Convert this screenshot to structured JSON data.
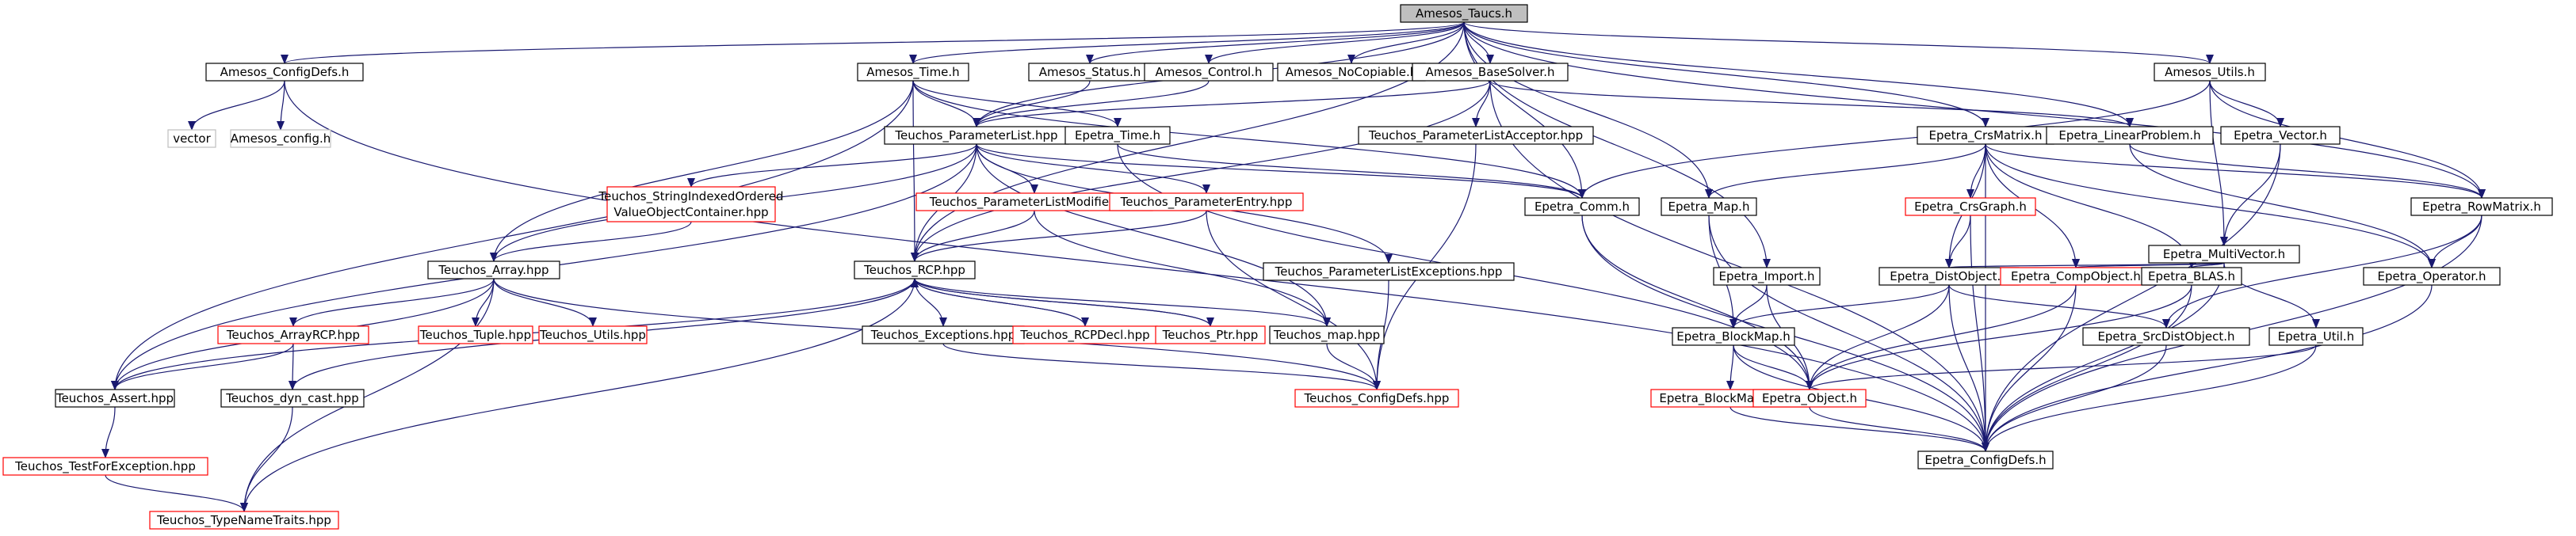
{
  "graph": {
    "nodes": [
      {
        "id": "amesos_taucs_h",
        "label": "Amesos_Taucs.h",
        "style": "root"
      },
      {
        "id": "amesos_configdefs_h",
        "label": "Amesos_ConfigDefs.h",
        "style": "normal"
      },
      {
        "id": "vector",
        "label": "vector",
        "style": "system"
      },
      {
        "id": "amesos_config_h",
        "label": "Amesos_config.h",
        "style": "system"
      },
      {
        "id": "amesos_time_h",
        "label": "Amesos_Time.h",
        "style": "normal"
      },
      {
        "id": "amesos_status_h",
        "label": "Amesos_Status.h",
        "style": "normal"
      },
      {
        "id": "amesos_control_h",
        "label": "Amesos_Control.h",
        "style": "normal"
      },
      {
        "id": "amesos_nocopiable_h",
        "label": "Amesos_NoCopiable.h",
        "style": "normal"
      },
      {
        "id": "amesos_basesolver_h",
        "label": "Amesos_BaseSolver.h",
        "style": "normal"
      },
      {
        "id": "amesos_utils_h",
        "label": "Amesos_Utils.h",
        "style": "normal"
      },
      {
        "id": "teuchos_parameterlist_hpp",
        "label": "Teuchos_ParameterList.hpp",
        "style": "normal"
      },
      {
        "id": "epetra_time_h",
        "label": "Epetra_Time.h",
        "style": "normal"
      },
      {
        "id": "teuchos_parameterlistacceptor_hpp",
        "label": "Teuchos_ParameterListAcceptor.hpp",
        "style": "normal"
      },
      {
        "id": "epetra_crsmatrix_h",
        "label": "Epetra_CrsMatrix.h",
        "style": "normal"
      },
      {
        "id": "epetra_linearproblem_h",
        "label": "Epetra_LinearProblem.h",
        "style": "normal"
      },
      {
        "id": "epetra_vector_h",
        "label": "Epetra_Vector.h",
        "style": "normal"
      },
      {
        "id": "teuchos_stringindexedorderedvalueobjectcontainer_hpp",
        "label": "Teuchos_StringIndexedOrdered",
        "label2": "ValueObjectContainer.hpp",
        "style": "missing"
      },
      {
        "id": "teuchos_parameterlistmodifier_hpp",
        "label": "Teuchos_ParameterListModifier.hpp",
        "style": "missing"
      },
      {
        "id": "teuchos_parameterentry_hpp",
        "label": "Teuchos_ParameterEntry.hpp",
        "style": "missing"
      },
      {
        "id": "epetra_comm_h",
        "label": "Epetra_Comm.h",
        "style": "normal"
      },
      {
        "id": "epetra_map_h",
        "label": "Epetra_Map.h",
        "style": "normal"
      },
      {
        "id": "epetra_crsgraph_h",
        "label": "Epetra_CrsGraph.h",
        "style": "missing"
      },
      {
        "id": "epetra_rowmatrix_h",
        "label": "Epetra_RowMatrix.h",
        "style": "normal"
      },
      {
        "id": "epetra_multivector_h",
        "label": "Epetra_MultiVector.h",
        "style": "normal"
      },
      {
        "id": "teuchos_array_hpp",
        "label": "Teuchos_Array.hpp",
        "style": "normal"
      },
      {
        "id": "teuchos_rcp_hpp",
        "label": "Teuchos_RCP.hpp",
        "style": "normal"
      },
      {
        "id": "teuchos_parameterlistexceptions_hpp",
        "label": "Teuchos_ParameterListExceptions.hpp",
        "style": "normal"
      },
      {
        "id": "epetra_import_h",
        "label": "Epetra_Import.h",
        "style": "normal"
      },
      {
        "id": "epetra_distobject_h",
        "label": "Epetra_DistObject.h",
        "style": "normal"
      },
      {
        "id": "epetra_compobject_h",
        "label": "Epetra_CompObject.h",
        "style": "missing"
      },
      {
        "id": "epetra_blas_h",
        "label": "Epetra_BLAS.h",
        "style": "normal"
      },
      {
        "id": "epetra_operator_h",
        "label": "Epetra_Operator.h",
        "style": "normal"
      },
      {
        "id": "teuchos_arrayrcp_hpp",
        "label": "Teuchos_ArrayRCP.hpp",
        "style": "missing"
      },
      {
        "id": "teuchos_tuple_hpp",
        "label": "Teuchos_Tuple.hpp",
        "style": "missing"
      },
      {
        "id": "teuchos_utils_hpp",
        "label": "Teuchos_Utils.hpp",
        "style": "missing"
      },
      {
        "id": "teuchos_exceptions_hpp",
        "label": "Teuchos_Exceptions.hpp",
        "style": "normal"
      },
      {
        "id": "teuchos_rcpdecl_hpp",
        "label": "Teuchos_RCPDecl.hpp",
        "style": "missing"
      },
      {
        "id": "teuchos_ptr_hpp",
        "label": "Teuchos_Ptr.hpp",
        "style": "missing"
      },
      {
        "id": "teuchos_map_hpp",
        "label": "Teuchos_map.hpp",
        "style": "normal"
      },
      {
        "id": "epetra_blockmap_h",
        "label": "Epetra_BlockMap.h",
        "style": "normal"
      },
      {
        "id": "epetra_srcdistobject_h",
        "label": "Epetra_SrcDistObject.h",
        "style": "normal"
      },
      {
        "id": "epetra_util_h",
        "label": "Epetra_Util.h",
        "style": "normal"
      },
      {
        "id": "teuchos_assert_hpp",
        "label": "Teuchos_Assert.hpp",
        "style": "normal"
      },
      {
        "id": "teuchos_dyn_cast_hpp",
        "label": "Teuchos_dyn_cast.hpp",
        "style": "normal"
      },
      {
        "id": "teuchos_configdefs_hpp",
        "label": "Teuchos_ConfigDefs.hpp",
        "style": "missing"
      },
      {
        "id": "epetra_blockmapdata_h",
        "label": "Epetra_BlockMapData.h",
        "style": "missing"
      },
      {
        "id": "epetra_object_h",
        "label": "Epetra_Object.h",
        "style": "missing"
      },
      {
        "id": "teuchos_testforexception_hpp",
        "label": "Teuchos_TestForException.hpp",
        "style": "missing"
      },
      {
        "id": "epetra_configdefs_h",
        "label": "Epetra_ConfigDefs.h",
        "style": "normal"
      },
      {
        "id": "teuchos_typenametraits_hpp",
        "label": "Teuchos_TypeNameTraits.hpp",
        "style": "missing"
      }
    ],
    "edges": [
      [
        "amesos_taucs_h",
        "amesos_configdefs_h"
      ],
      [
        "amesos_taucs_h",
        "amesos_time_h"
      ],
      [
        "amesos_taucs_h",
        "amesos_status_h"
      ],
      [
        "amesos_taucs_h",
        "amesos_control_h"
      ],
      [
        "amesos_taucs_h",
        "amesos_nocopiable_h"
      ],
      [
        "amesos_taucs_h",
        "amesos_basesolver_h"
      ],
      [
        "amesos_taucs_h",
        "amesos_utils_h"
      ],
      [
        "amesos_taucs_h",
        "teuchos_parameterlist_hpp"
      ],
      [
        "amesos_taucs_h",
        "epetra_crsmatrix_h"
      ],
      [
        "amesos_taucs_h",
        "epetra_linearproblem_h"
      ],
      [
        "amesos_taucs_h",
        "epetra_comm_h"
      ],
      [
        "amesos_taucs_h",
        "epetra_map_h"
      ],
      [
        "amesos_taucs_h",
        "epetra_import_h"
      ],
      [
        "amesos_taucs_h",
        "teuchos_rcp_hpp"
      ],
      [
        "amesos_taucs_h",
        "epetra_rowmatrix_h"
      ],
      [
        "amesos_configdefs_h",
        "vector"
      ],
      [
        "amesos_configdefs_h",
        "amesos_config_h"
      ],
      [
        "amesos_configdefs_h",
        "epetra_configdefs_h"
      ],
      [
        "amesos_time_h",
        "epetra_time_h"
      ],
      [
        "amesos_time_h",
        "teuchos_parameterlist_hpp"
      ],
      [
        "amesos_time_h",
        "teuchos_rcp_hpp"
      ],
      [
        "amesos_time_h",
        "teuchos_array_hpp"
      ],
      [
        "amesos_time_h",
        "teuchos_assert_hpp"
      ],
      [
        "amesos_time_h",
        "epetra_comm_h"
      ],
      [
        "amesos_status_h",
        "teuchos_parameterlist_hpp"
      ],
      [
        "amesos_control_h",
        "teuchos_parameterlist_hpp"
      ],
      [
        "amesos_basesolver_h",
        "teuchos_parameterlist_hpp"
      ],
      [
        "amesos_basesolver_h",
        "teuchos_parameterlistacceptor_hpp"
      ],
      [
        "amesos_basesolver_h",
        "epetra_linearproblem_h"
      ],
      [
        "amesos_basesolver_h",
        "teuchos_rcp_hpp"
      ],
      [
        "amesos_basesolver_h",
        "epetra_configdefs_h"
      ],
      [
        "amesos_utils_h",
        "epetra_comm_h"
      ],
      [
        "amesos_utils_h",
        "epetra_vector_h"
      ],
      [
        "amesos_utils_h",
        "epetra_multivector_h"
      ],
      [
        "amesos_utils_h",
        "epetra_rowmatrix_h"
      ],
      [
        "teuchos_parameterlist_hpp",
        "teuchos_stringindexedorderedvalueobjectcontainer_hpp"
      ],
      [
        "teuchos_parameterlist_hpp",
        "teuchos_parameterlistmodifier_hpp"
      ],
      [
        "teuchos_parameterlist_hpp",
        "teuchos_parameterentry_hpp"
      ],
      [
        "teuchos_parameterlist_hpp",
        "teuchos_parameterlistexceptions_hpp"
      ],
      [
        "teuchos_parameterlist_hpp",
        "teuchos_rcp_hpp"
      ],
      [
        "teuchos_parameterlist_hpp",
        "teuchos_array_hpp"
      ],
      [
        "teuchos_parameterlist_hpp",
        "teuchos_assert_hpp"
      ],
      [
        "teuchos_parameterlist_hpp",
        "teuchos_map_hpp"
      ],
      [
        "teuchos_parameterlist_hpp",
        "epetra_comm_h"
      ],
      [
        "epetra_time_h",
        "epetra_object_h"
      ],
      [
        "epetra_time_h",
        "epetra_comm_h"
      ],
      [
        "teuchos_parameterlistacceptor_hpp",
        "teuchos_configdefs_hpp"
      ],
      [
        "epetra_crsmatrix_h",
        "epetra_crsgraph_h"
      ],
      [
        "epetra_crsmatrix_h",
        "epetra_rowmatrix_h"
      ],
      [
        "epetra_crsmatrix_h",
        "epetra_map_h"
      ],
      [
        "epetra_crsmatrix_h",
        "epetra_distobject_h"
      ],
      [
        "epetra_crsmatrix_h",
        "epetra_compobject_h"
      ],
      [
        "epetra_crsmatrix_h",
        "epetra_blas_h"
      ],
      [
        "epetra_crsmatrix_h",
        "epetra_operator_h"
      ],
      [
        "epetra_crsmatrix_h",
        "epetra_configdefs_h"
      ],
      [
        "epetra_linearproblem_h",
        "epetra_rowmatrix_h"
      ],
      [
        "epetra_linearproblem_h",
        "epetra_operator_h"
      ],
      [
        "epetra_vector_h",
        "epetra_multivector_h"
      ],
      [
        "epetra_vector_h",
        "epetra_configdefs_h"
      ],
      [
        "teuchos_stringindexedorderedvalueobjectcontainer_hpp",
        "teuchos_array_hpp"
      ],
      [
        "teuchos_parameterlistmodifier_hpp",
        "teuchos_rcp_hpp"
      ],
      [
        "teuchos_parameterlistmodifier_hpp",
        "teuchos_map_hpp"
      ],
      [
        "teuchos_parameterentry_hpp",
        "teuchos_rcp_hpp"
      ],
      [
        "teuchos_parameterentry_hpp",
        "teuchos_configdefs_hpp"
      ],
      [
        "teuchos_parameterlistexceptions_hpp",
        "teuchos_configdefs_hpp"
      ],
      [
        "epetra_comm_h",
        "epetra_object_h"
      ],
      [
        "epetra_comm_h",
        "epetra_configdefs_h"
      ],
      [
        "epetra_map_h",
        "epetra_blockmap_h"
      ],
      [
        "epetra_map_h",
        "epetra_configdefs_h"
      ],
      [
        "epetra_crsgraph_h",
        "epetra_distobject_h"
      ],
      [
        "epetra_crsgraph_h",
        "epetra_configdefs_h"
      ],
      [
        "epetra_rowmatrix_h",
        "epetra_operator_h"
      ],
      [
        "epetra_rowmatrix_h",
        "epetra_srcdistobject_h"
      ],
      [
        "epetra_rowmatrix_h",
        "epetra_configdefs_h"
      ],
      [
        "epetra_multivector_h",
        "epetra_distobject_h"
      ],
      [
        "epetra_multivector_h",
        "epetra_compobject_h"
      ],
      [
        "epetra_multivector_h",
        "epetra_blas_h"
      ],
      [
        "epetra_multivector_h",
        "epetra_util_h"
      ],
      [
        "epetra_multivector_h",
        "epetra_configdefs_h"
      ],
      [
        "teuchos_array_hpp",
        "teuchos_arrayrcp_hpp"
      ],
      [
        "teuchos_array_hpp",
        "teuchos_tuple_hpp"
      ],
      [
        "teuchos_array_hpp",
        "teuchos_utils_hpp"
      ],
      [
        "teuchos_array_hpp",
        "teuchos_assert_hpp"
      ],
      [
        "teuchos_array_hpp",
        "teuchos_typenametraits_hpp"
      ],
      [
        "teuchos_array_hpp",
        "teuchos_configdefs_hpp"
      ],
      [
        "teuchos_rcp_hpp",
        "teuchos_exceptions_hpp"
      ],
      [
        "teuchos_rcp_hpp",
        "teuchos_rcpdecl_hpp"
      ],
      [
        "teuchos_rcp_hpp",
        "teuchos_ptr_hpp"
      ],
      [
        "teuchos_rcp_hpp",
        "teuchos_map_hpp"
      ],
      [
        "teuchos_rcp_hpp",
        "teuchos_assert_hpp"
      ],
      [
        "teuchos_rcp_hpp",
        "teuchos_dyn_cast_hpp"
      ],
      [
        "teuchos_rcp_hpp",
        "teuchos_typenametraits_hpp"
      ],
      [
        "teuchos_ptr_hpp",
        "teuchos_rcp_hpp"
      ],
      [
        "teuchos_rcpdecl_hpp",
        "teuchos_rcp_hpp"
      ],
      [
        "epetra_import_h",
        "epetra_blockmap_h"
      ],
      [
        "epetra_import_h",
        "epetra_object_h"
      ],
      [
        "epetra_distobject_h",
        "epetra_blockmap_h"
      ],
      [
        "epetra_distobject_h",
        "epetra_srcdistobject_h"
      ],
      [
        "epetra_distobject_h",
        "epetra_object_h"
      ],
      [
        "epetra_distobject_h",
        "epetra_configdefs_h"
      ],
      [
        "epetra_compobject_h",
        "epetra_object_h"
      ],
      [
        "epetra_compobject_h",
        "epetra_configdefs_h"
      ],
      [
        "epetra_blas_h",
        "epetra_object_h"
      ],
      [
        "epetra_blas_h",
        "epetra_configdefs_h"
      ],
      [
        "epetra_operator_h",
        "epetra_configdefs_h"
      ],
      [
        "teuchos_arrayrcp_hpp",
        "teuchos_assert_hpp"
      ],
      [
        "teuchos_arrayrcp_hpp",
        "teuchos_dyn_cast_hpp"
      ],
      [
        "teuchos_exceptions_hpp",
        "teuchos_configdefs_hpp"
      ],
      [
        "teuchos_map_hpp",
        "teuchos_configdefs_hpp"
      ],
      [
        "epetra_blockmap_h",
        "epetra_blockmapdata_h"
      ],
      [
        "epetra_blockmap_h",
        "epetra_object_h"
      ],
      [
        "epetra_blockmap_h",
        "epetra_configdefs_h"
      ],
      [
        "epetra_srcdistobject_h",
        "epetra_configdefs_h"
      ],
      [
        "epetra_util_h",
        "epetra_object_h"
      ],
      [
        "epetra_util_h",
        "epetra_configdefs_h"
      ],
      [
        "teuchos_assert_hpp",
        "teuchos_testforexception_hpp"
      ],
      [
        "teuchos_dyn_cast_hpp",
        "teuchos_typenametraits_hpp"
      ],
      [
        "epetra_blockmapdata_h",
        "epetra_configdefs_h"
      ],
      [
        "epetra_object_h",
        "epetra_configdefs_h"
      ],
      [
        "teuchos_testforexception_hpp",
        "teuchos_typenametraits_hpp"
      ]
    ],
    "colors": {
      "edge": "#191970",
      "root_fill": "#bfbfbf",
      "node_border": "#000000",
      "missing_border": "#ff0000",
      "system_border": "#bfbfbf",
      "background": "#ffffff"
    }
  }
}
